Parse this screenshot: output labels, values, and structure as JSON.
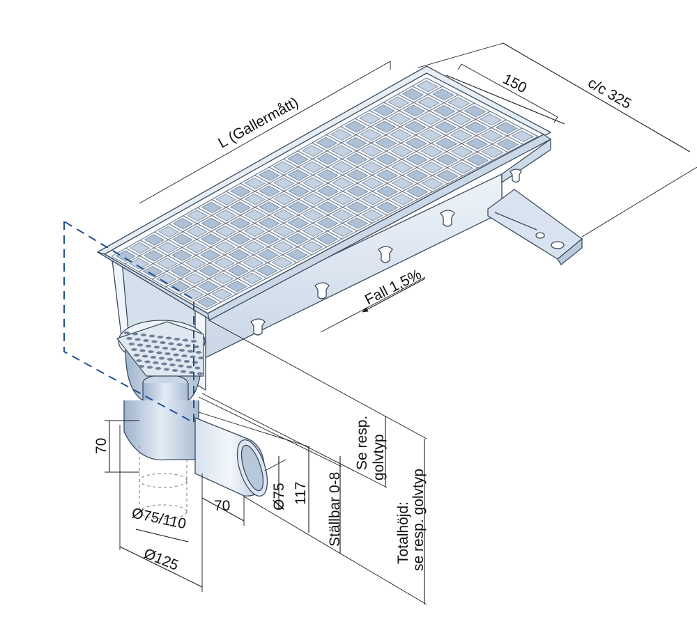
{
  "labels": {
    "length": "L (Gallermått)",
    "width": "150",
    "center": "c/c 325",
    "slope": "Fall 1,5%",
    "outlet_offset": "70",
    "outlet_diam": "Ø75",
    "outlet_height": "117",
    "adjustable": "Ställbar 0-8",
    "floor_type_1": "Se resp.",
    "floor_type_2": "golvtyp",
    "total_height_1": "Totalhöjd:",
    "total_height_2": "se resp. golvtyp",
    "drop_height": "70",
    "pipe_diam": "Ø75/110",
    "body_diam": "Ø125",
    "horizontal_offset": "70"
  },
  "colors": {
    "steel_light": "#e8eef6",
    "steel_mid": "#c5d3e3",
    "steel_dark": "#8fa5bf",
    "grate": "#b9c8da",
    "dash_blue": "#1f4f8f",
    "ink": "#1a1a1a"
  }
}
